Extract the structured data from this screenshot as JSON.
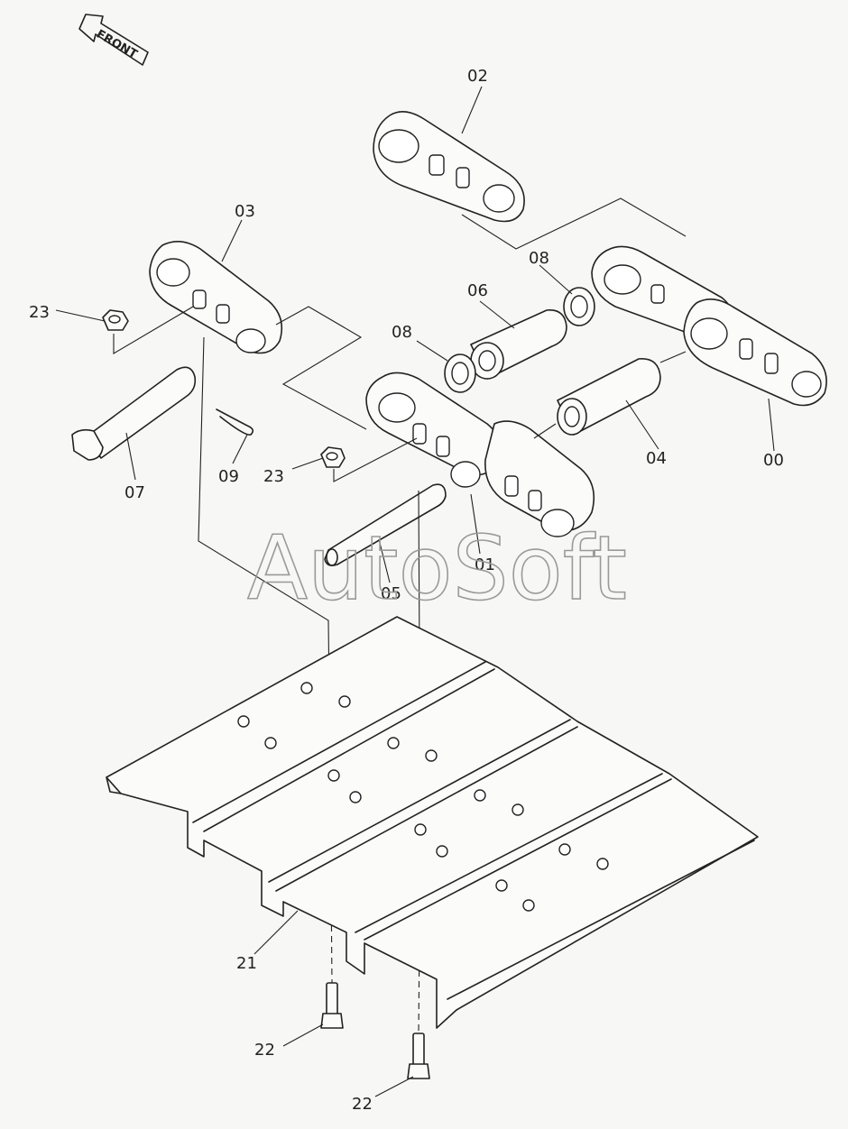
{
  "front_indicator": "FRONT",
  "watermark": "AutoSoft",
  "callouts": {
    "c00": "00",
    "c01": "01",
    "c02": "02",
    "c03": "03",
    "c04": "04",
    "c05": "05",
    "c06": "06",
    "c07": "07",
    "c08a": "08",
    "c08b": "08",
    "c09": "09",
    "c21": "21",
    "c22a": "22",
    "c22b": "22",
    "c23a": "23",
    "c23b": "23"
  },
  "colors": {
    "line": "#222222",
    "background": "#f7f7f5",
    "watermark": "#9a9a9a"
  }
}
